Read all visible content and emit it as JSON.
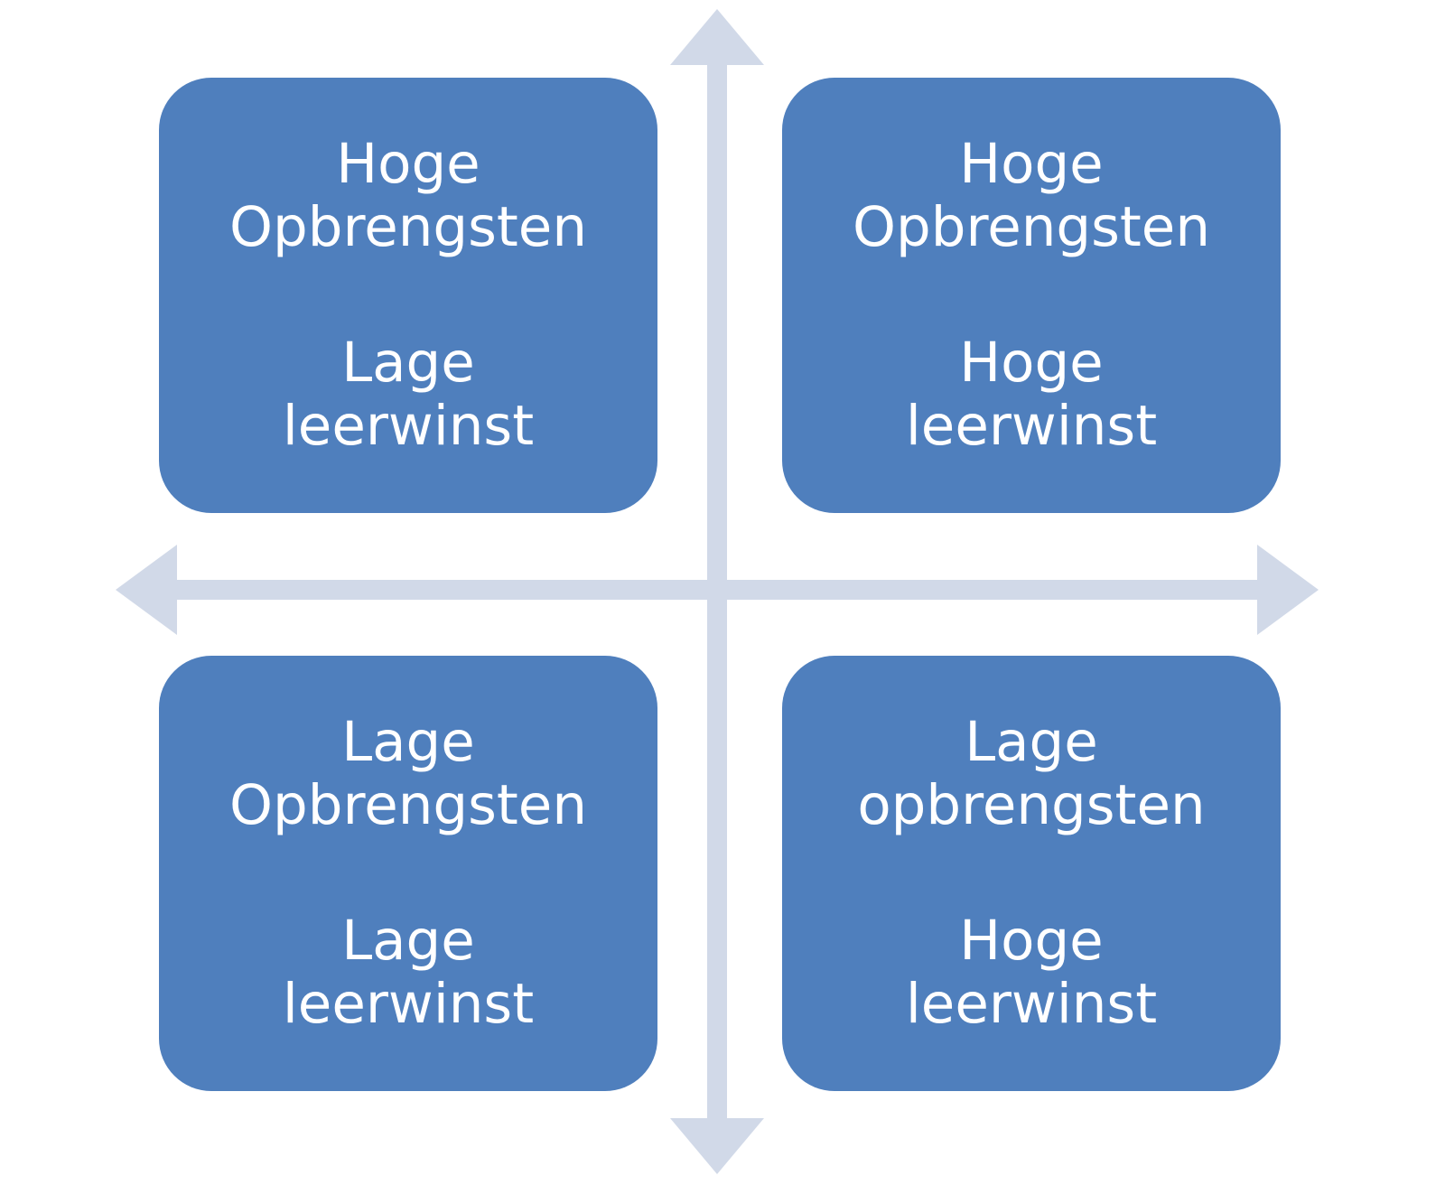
{
  "colors": {
    "box": "#4f7fbd",
    "axis": "#d1d9e8",
    "text": "#ffffff"
  },
  "quadrants": {
    "top_left": {
      "line1": "Hoge",
      "line2": "Opbrengsten",
      "line3": "Lage",
      "line4": "leerwinst"
    },
    "top_right": {
      "line1": "Hoge",
      "line2": "Opbrengsten",
      "line3": "Hoge",
      "line4": "leerwinst"
    },
    "bottom_left": {
      "line1": "Lage",
      "line2": "Opbrengsten",
      "line3": "Lage",
      "line4": "leerwinst"
    },
    "bottom_right": {
      "line1": "Lage",
      "line2": "opbrengsten",
      "line3": "Hoge",
      "line4": "leerwinst"
    }
  }
}
